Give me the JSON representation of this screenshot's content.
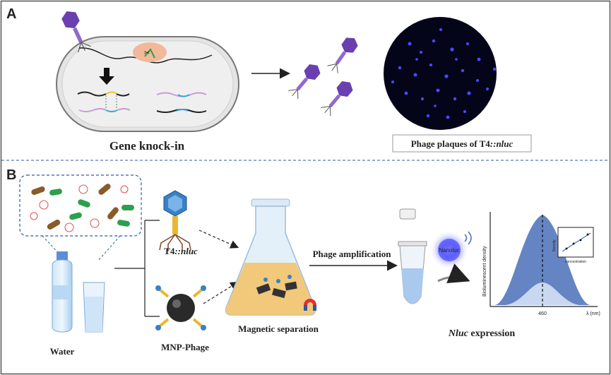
{
  "panel_a": {
    "letter": "A",
    "knockin_label": "Gene knock-in",
    "plaques_label_prefix": "Phage plaques of T4",
    "plaques_label_suffix": "::nluc"
  },
  "panel_b": {
    "letter": "B",
    "water_label": "Water",
    "t4_label_prefix": "T4",
    "t4_label_suffix": "::nluc",
    "mnp_label": "MNP-Phage",
    "magnetic_label": "Magnetic separation",
    "amplification_label": "Phage amplification",
    "nanoluc_label": "Nanoluc",
    "expression_italic": "Nluc",
    "expression_rest": " expression",
    "plot": {
      "ylabel": "Bioluminescent density",
      "tick_460": "460",
      "xlabel": "λ (nm)",
      "inset_ylabel": "Density",
      "inset_xlabel": "concentration"
    }
  },
  "colors": {
    "phage_purple": "#6a3fb0",
    "divider_blue": "#2a5aa8",
    "curve_blue": "#4a6fb8",
    "nanoluc_blue": "#2a2aff"
  }
}
